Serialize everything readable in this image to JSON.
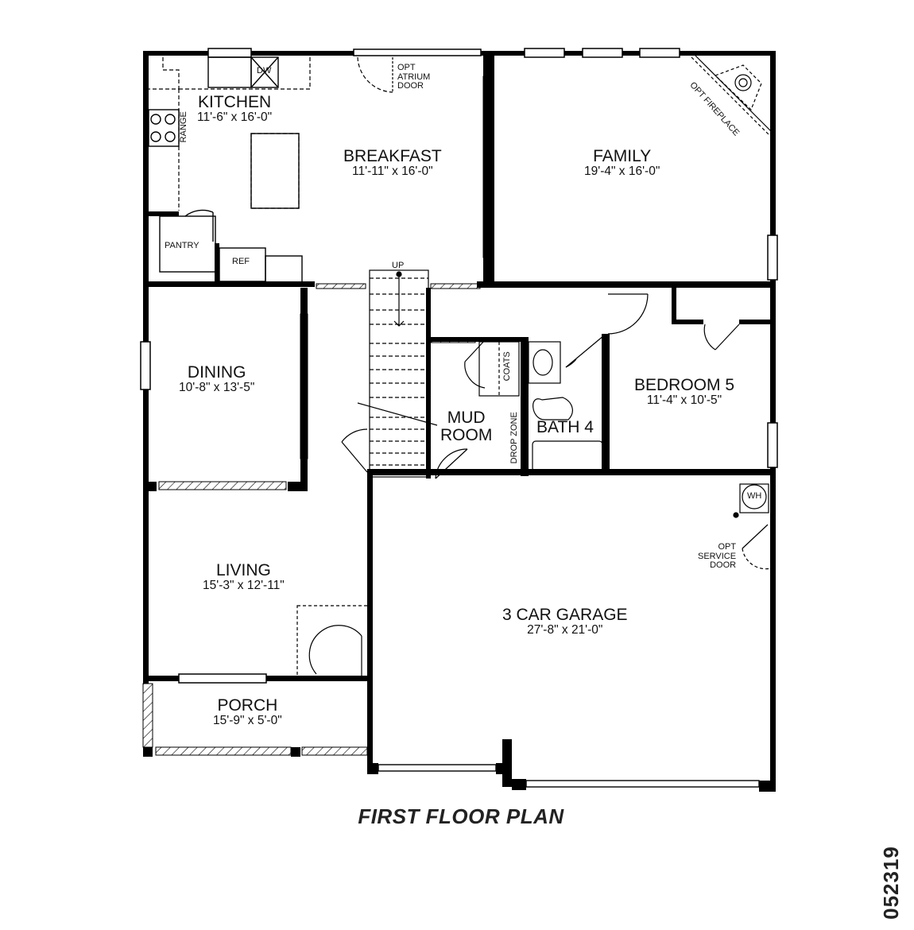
{
  "title": "FIRST FLOOR PLAN",
  "plan_code": "052319",
  "rooms": {
    "kitchen": {
      "name": "KITCHEN",
      "dims": "11'-6\" x 16'-0\""
    },
    "breakfast": {
      "name": "BREAKFAST",
      "dims": "11'-11\" x 16'-0\""
    },
    "family": {
      "name": "FAMILY",
      "dims": "19'-4\" x 16'-0\""
    },
    "dining": {
      "name": "DINING",
      "dims": "10'-8\" x 13'-5\""
    },
    "mud_room": {
      "name_line1": "MUD",
      "name_line2": "ROOM"
    },
    "bath4": {
      "name": "BATH 4"
    },
    "bedroom5": {
      "name": "BEDROOM 5",
      "dims": "11'-4\" x 10'-5\""
    },
    "living": {
      "name": "LIVING",
      "dims": "15'-3\" x 12'-11\""
    },
    "garage": {
      "name": "3 CAR GARAGE",
      "dims": "27'-8\" x 21'-0\""
    },
    "porch": {
      "name": "PORCH",
      "dims": "15'-9\" x 5'-0\""
    }
  },
  "fixtures": {
    "dw": "DW",
    "range": "RANGE",
    "pantry": "PANTRY",
    "ref": "REF",
    "up": "UP",
    "coats": "COATS",
    "drop_zone": "DROP ZONE",
    "wh": "WH",
    "opt_atrium": [
      "OPT",
      "ATRIUM",
      "DOOR"
    ],
    "opt_service": [
      "OPT",
      "SERVICE",
      "DOOR"
    ],
    "opt_fireplace": "OPT FIREPLACE"
  },
  "colors": {
    "wall": "#000000",
    "background": "#ffffff",
    "text": "#111111"
  }
}
